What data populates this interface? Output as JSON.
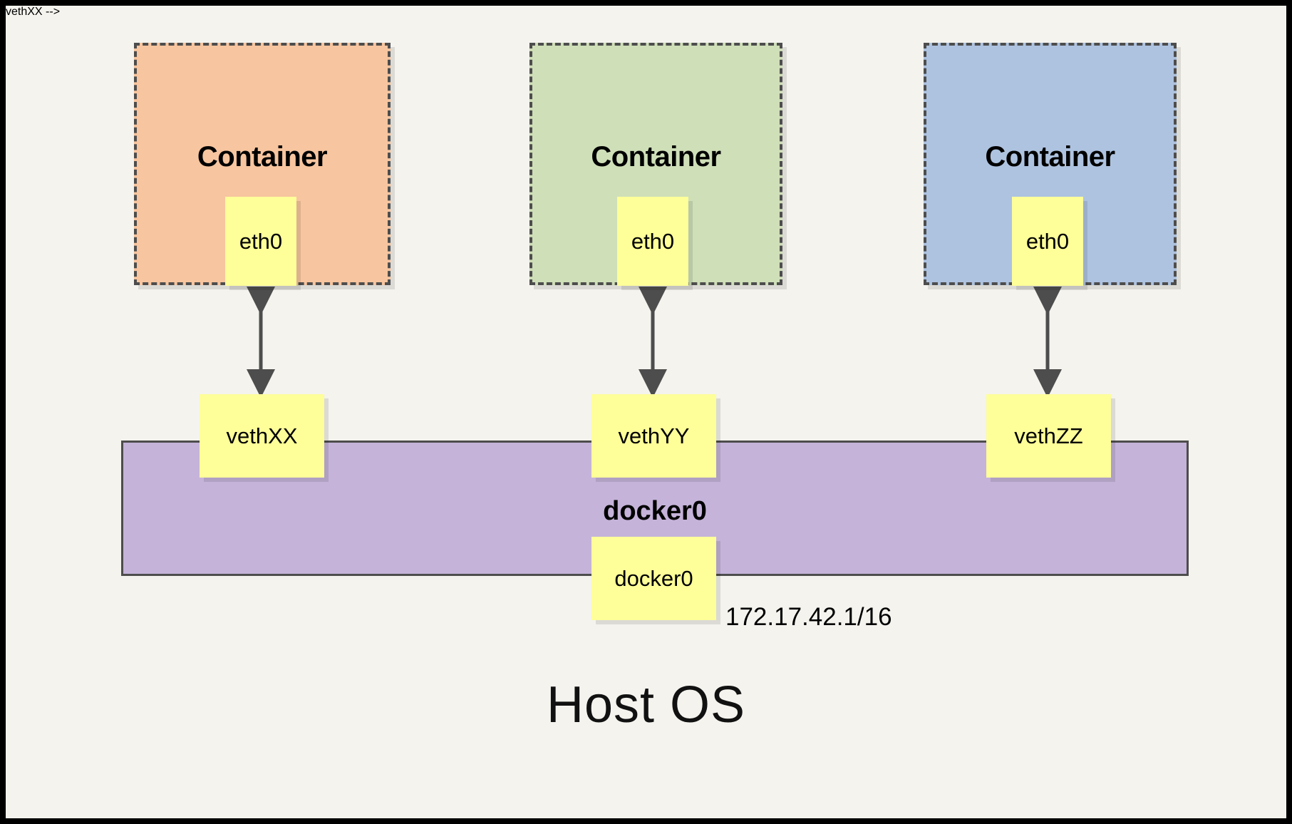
{
  "diagram": {
    "title_text": "Host OS",
    "background_color": "#f4f3ee",
    "frame_color": "#000000"
  },
  "containers": [
    {
      "label": "Container",
      "fill_color": "#f7c59f",
      "border_color": "#4d4d4d",
      "interface_label": "eth0"
    },
    {
      "label": "Container",
      "fill_color": "#cfdfb8",
      "border_color": "#4d4d4d",
      "interface_label": "eth0"
    },
    {
      "label": "Container",
      "fill_color": "#aec3e0",
      "border_color": "#4d4d4d",
      "interface_label": "eth0"
    }
  ],
  "veth_pairs": [
    {
      "label": "vethXX"
    },
    {
      "label": "vethYY"
    },
    {
      "label": "vethZZ"
    }
  ],
  "bridge": {
    "name_label": "docker0",
    "interface_label": "docker0",
    "ip_address": "172.17.42.1/16",
    "fill_color": "#c5b3d9",
    "border_color": "#4d4d4d"
  },
  "interface_box": {
    "fill_color": "#ffff99"
  },
  "arrow_color": "#4d4d4d"
}
